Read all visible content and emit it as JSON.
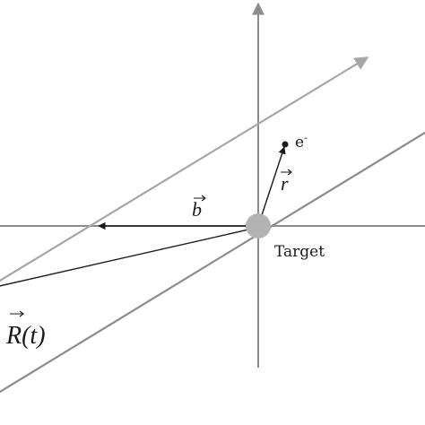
{
  "labels": {
    "electron": "e",
    "electron_charge": "-",
    "target": "Target",
    "impact_parameter": "b",
    "electron_position": "r",
    "trajectory_position": "R(t)"
  },
  "colors": {
    "background": "#ffffff",
    "axes": "#8c8c8c",
    "trajectory_upper": "#a6a6a6",
    "trajectory_lower": "#8c8c8c",
    "vectors": "#1a1a1a",
    "target_fill": "#b3b3b3"
  },
  "icons": {
    "target": "filled-circle",
    "electron": "filled-dot",
    "vector_accent": "right-arrow"
  }
}
